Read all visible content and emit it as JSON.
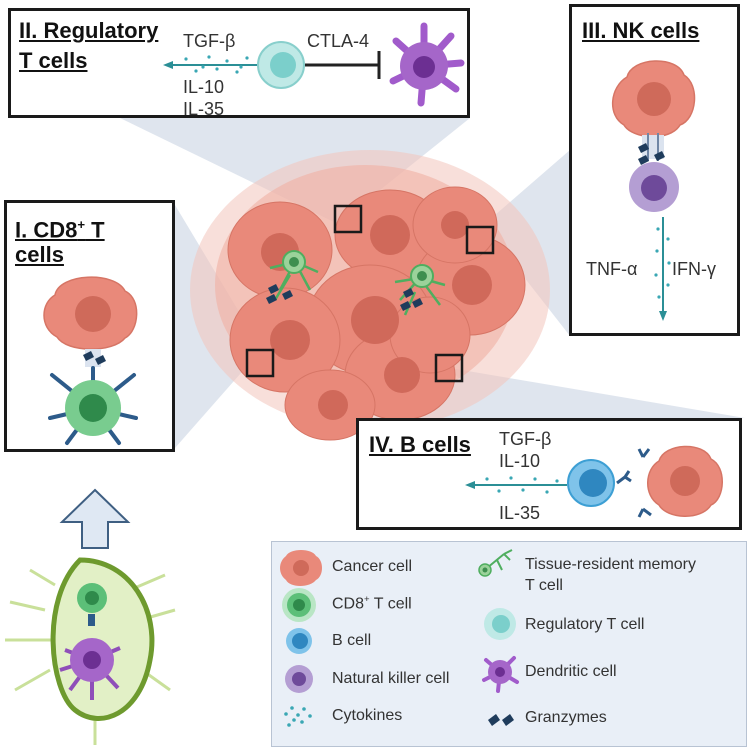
{
  "panels": {
    "regulatory": {
      "title_line1": "II. Regulatory",
      "title_line2": "T cells",
      "labels": {
        "tgf": "TGF-β",
        "il10": "IL-10",
        "il35": "IL-35",
        "ctla4": "CTLA-4"
      }
    },
    "nk": {
      "title": "III. NK cells",
      "labels": {
        "tnf": "TNF-α",
        "ifn": "IFN-γ"
      }
    },
    "cd8": {
      "title_prefix": "I. CD8",
      "title_sup": "+",
      "title_suffix": " T",
      "title_line2": "cells"
    },
    "bcells": {
      "title": "IV. B cells",
      "labels": {
        "tgf": "TGF-β",
        "il10": "IL-10",
        "il35": "IL-35"
      }
    }
  },
  "legend": {
    "items": [
      {
        "icon": "cancer-cell-icon",
        "label": "Cancer cell"
      },
      {
        "icon": "trm-cell-icon",
        "label_line1": "Tissue-resident memory",
        "label_line2": "T cell"
      },
      {
        "icon": "cd8-t-cell-icon",
        "label_prefix": "CD8",
        "label_sup": "+",
        "label_suffix": " T cell"
      },
      {
        "icon": "regulatory-t-cell-icon",
        "label": "Regulatory T cell"
      },
      {
        "icon": "b-cell-icon",
        "label": "B cell"
      },
      {
        "icon": "dendritic-cell-icon",
        "label": "Dendritic cell"
      },
      {
        "icon": "nk-cell-icon",
        "label": "Natural killer cell"
      },
      {
        "icon": "cytokines-icon",
        "label": "Cytokines"
      },
      {
        "icon": "granzymes-icon",
        "label": "Granzymes"
      }
    ]
  },
  "colors": {
    "cancer": "#e8897a",
    "cancer_nucleus": "#cf6a5a",
    "cd8": "#5cbf78",
    "treg": "#8fd5d2",
    "bcell": "#3d9fd4",
    "dendritic": "#9a5cc0",
    "nk": "#8e72b5",
    "granzyme": "#1f3c5c",
    "cytokine": "#3aa7b4",
    "lymph": "#d9ecb4",
    "zoom_fan": "#c9d3e2"
  }
}
